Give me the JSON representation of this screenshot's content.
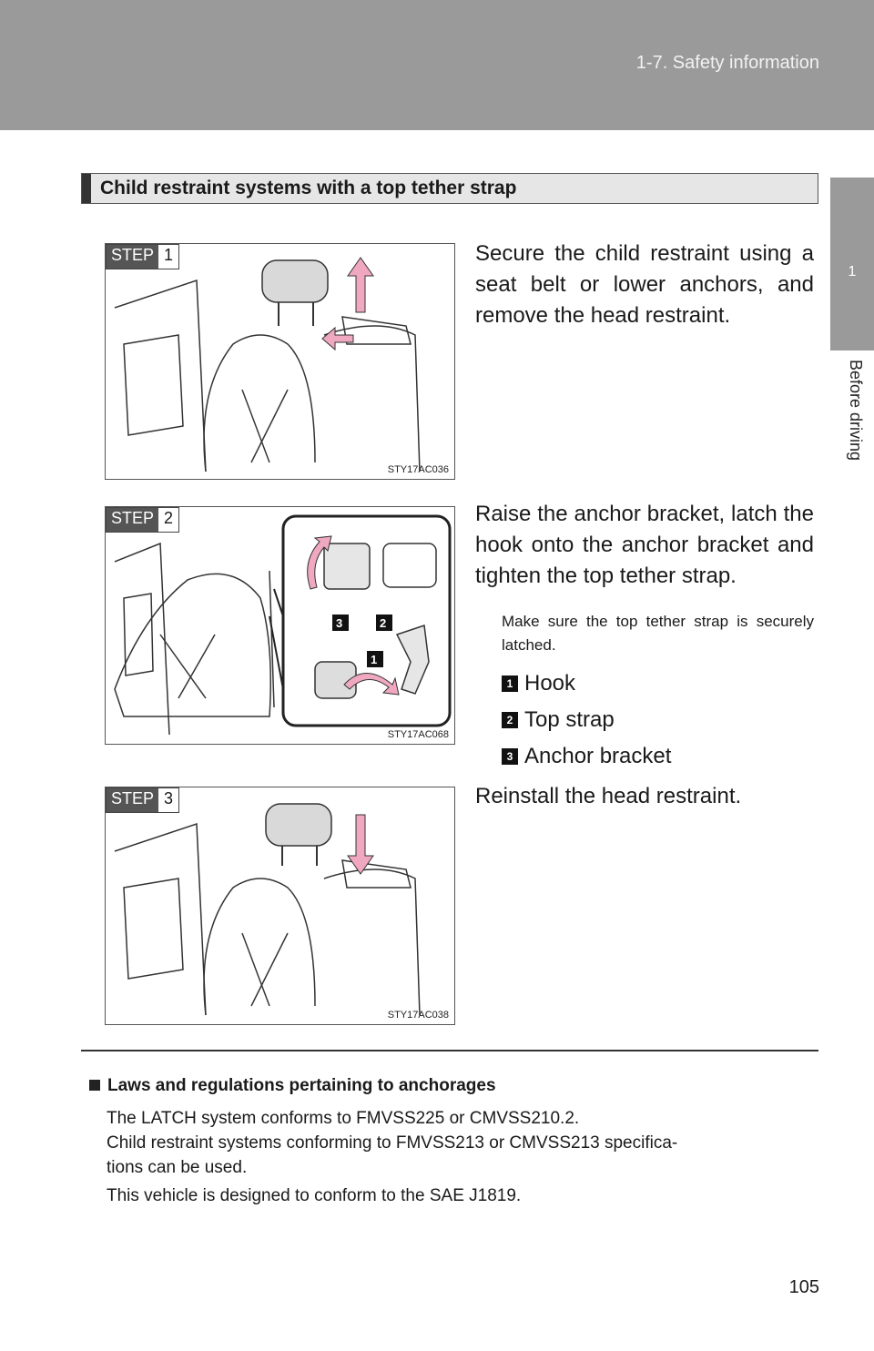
{
  "header": {
    "section_title": "1-7. Safety information"
  },
  "side_tab": {
    "number": "1",
    "label": "Before driving"
  },
  "section": {
    "heading": "Child restraint systems with a top tether strap"
  },
  "steps": [
    {
      "badge": "STEP",
      "number": "1",
      "figure_code": "STY17AC036",
      "text": "Secure the child restraint using a seat belt or lower anchors, and remove the head restraint."
    },
    {
      "badge": "STEP",
      "number": "2",
      "figure_code": "STY17AC068",
      "text": "Raise the anchor bracket, latch the hook onto the anchor bracket and tighten the top tether strap.",
      "note": "Make sure the top tether strap is securely latched.",
      "legend": [
        {
          "num": "1",
          "label": "Hook"
        },
        {
          "num": "2",
          "label": "Top strap"
        },
        {
          "num": "3",
          "label": "Anchor bracket"
        }
      ]
    },
    {
      "badge": "STEP",
      "number": "3",
      "figure_code": "STY17AC038",
      "text": "Reinstall the head restraint."
    }
  ],
  "laws": {
    "heading": "Laws and regulations pertaining to anchorages",
    "lines": [
      "The LATCH system conforms to FMVSS225 or CMVSS210.2.",
      "Child restraint systems conforming to FMVSS213 or CMVSS213 specifica-",
      "tions can be used.",
      "This vehicle is designed to conform to the SAE J1819."
    ]
  },
  "page_number": "105",
  "colors": {
    "header_bg": "#9a9a9a",
    "arrow": "#f0a8c0",
    "heading_bg": "#e6e6e6"
  }
}
